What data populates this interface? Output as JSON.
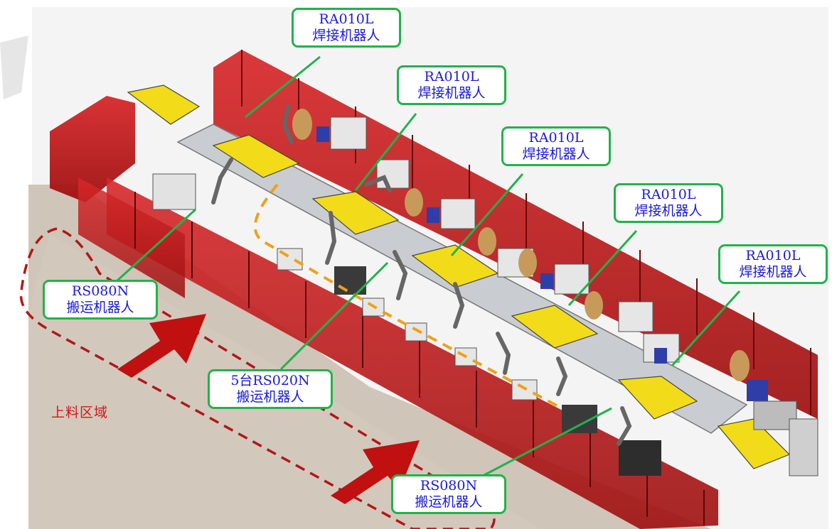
{
  "labels": {
    "weld_robot_1": {
      "model": "RA010L",
      "desc": "焊接机器人"
    },
    "weld_robot_2": {
      "model": "RA010L",
      "desc": "焊接机器人"
    },
    "weld_robot_3": {
      "model": "RA010L",
      "desc": "焊接机器人"
    },
    "weld_robot_4": {
      "model": "RA010L",
      "desc": "焊接机器人"
    },
    "weld_robot_5": {
      "model": "RA010L",
      "desc": "焊接机器人"
    },
    "transfer_robot_left": {
      "model": "RS080N",
      "desc": "搬运机器人"
    },
    "transfer_robot_mid": {
      "model": "5台RS020N",
      "desc": "搬运机器人"
    },
    "transfer_robot_right": {
      "model": "RS080N",
      "desc": "搬运机器人"
    }
  },
  "zone_label": "上料区域",
  "colors": {
    "callout_border": "#21b24b",
    "callout_text": "#1a1ad8",
    "fence": "#c41c1c",
    "zone_dash": "#b01818",
    "arrow": "#c01010",
    "conveyor": "#f2dc1a"
  }
}
